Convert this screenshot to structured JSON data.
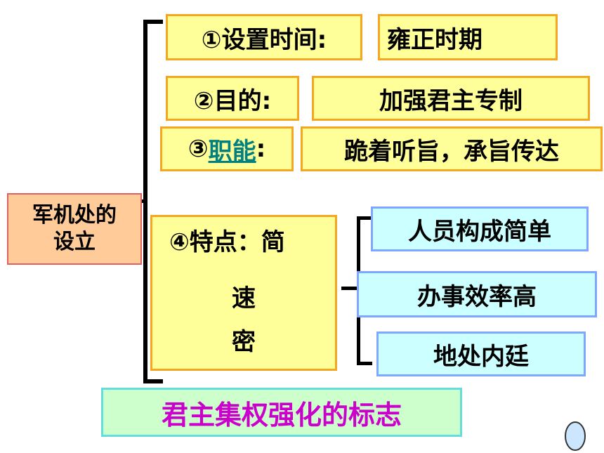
{
  "root": {
    "line1": "军机处的",
    "line2": "设立"
  },
  "items": {
    "time": {
      "label": "①设置时间:",
      "value": "雍正时期"
    },
    "purpose": {
      "label": "②目的:",
      "value": "加强君主专制"
    },
    "function": {
      "prefix": "③",
      "link_text": "职能",
      "suffix": ":",
      "value": "跪着听旨，承旨传达"
    },
    "traits": {
      "label": "④特点：简",
      "line2": "速",
      "line3": "密",
      "children": [
        "人员构成简单",
        "办事效率高",
        "地处内廷"
      ]
    }
  },
  "conclusion": "君主集权强化的标志",
  "colors": {
    "yellow_fill": "#ffff99",
    "yellow_border": "#f5a623",
    "blue_fill": "#ccffff",
    "blue_border": "#7fa7ff",
    "root_fill": "#ffcc99",
    "conclusion_text": "#cc00cc",
    "conclusion_fill": "#ccffcc",
    "link": "#008080"
  }
}
